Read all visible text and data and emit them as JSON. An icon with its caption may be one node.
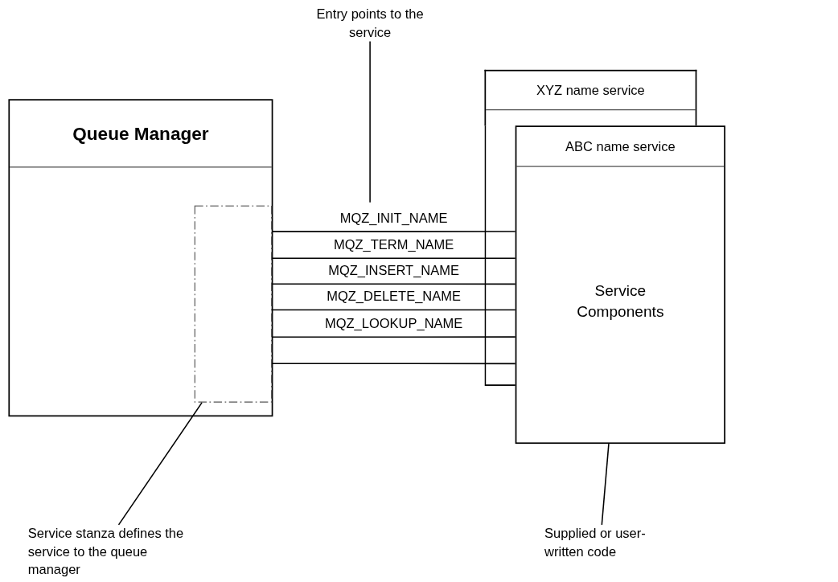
{
  "diagram": {
    "nodes": [
      {
        "text": [
          "Queue Manager"
        ]
      },
      {
        "text": [],
        "shape": "box",
        "in": 0
      },
      {
        "text": [
          "XYZ name service"
        ]
      },
      {
        "text": [
          "ABC name service",
          "Service Components"
        ]
      },
      {
        "text": [
          "Entry points to the service"
        ]
      },
      {
        "text": [
          "Service stanza defines the service to the queue manager"
        ]
      },
      {
        "text": [
          "Supplied or user-written code"
        ]
      }
    ],
    "edges": [
      {
        "from": 4,
        "to": null,
        "arrow": "none"
      },
      {
        "from": 5,
        "to": 1,
        "arrow": "none"
      },
      {
        "from": 6,
        "to": 3,
        "arrow": "none"
      },
      {
        "from": 1,
        "to": 3,
        "arrow": "none",
        "label": "MQZ_INIT_NAME"
      },
      {
        "from": 1,
        "to": 3,
        "arrow": "none",
        "label": "MQZ_TERM_NAME"
      },
      {
        "from": 1,
        "to": 3,
        "arrow": "none",
        "label": "MQZ_INSERT_NAME"
      },
      {
        "from": 1,
        "to": 3,
        "arrow": "none",
        "label": "MQZ_DELETE_NAME"
      },
      {
        "from": 1,
        "to": 3,
        "arrow": "none",
        "label": "MQZ_LOOKUP_NAME"
      },
      {
        "from": 1,
        "to": 3,
        "arrow": "none"
      }
    ]
  }
}
